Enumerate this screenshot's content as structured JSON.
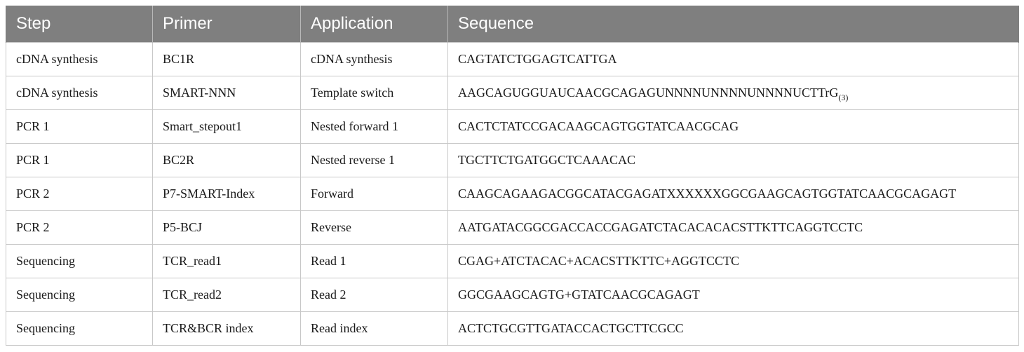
{
  "table": {
    "headers": {
      "step": "Step",
      "primer": "Primer",
      "application": "Application",
      "sequence": "Sequence"
    },
    "rows": [
      {
        "step": "cDNA synthesis",
        "primer": "BC1R",
        "application": "cDNA synthesis",
        "sequence": "CAGTATCTGGAGTCATTGA",
        "sequence_sub": ""
      },
      {
        "step": "cDNA synthesis",
        "primer": "SMART-NNN",
        "application": "Template switch",
        "sequence": "AAGCAGUGGUAUCAACGCAGAGUNNNNUNNNNUNNNNUCTTrG",
        "sequence_sub": "(3)"
      },
      {
        "step": "PCR 1",
        "primer": "Smart_stepout1",
        "application": "Nested forward 1",
        "sequence": "CACTCTATCCGACAAGCAGTGGTATCAACGCAG",
        "sequence_sub": ""
      },
      {
        "step": "PCR 1",
        "primer": "BC2R",
        "application": "Nested reverse 1",
        "sequence": "TGCTTCTGATGGCTCAAACAC",
        "sequence_sub": ""
      },
      {
        "step": "PCR 2",
        "primer": "P7-SMART-Index",
        "application": "Forward",
        "sequence": "CAAGCAGAAGACGGCATACGAGATXXXXXXGGCGAAGCAGTGGTATCAACGCAGAGT",
        "sequence_sub": ""
      },
      {
        "step": "PCR 2",
        "primer": "P5-BCJ",
        "application": "Reverse",
        "sequence": "AATGATACGGCGACCACCGAGATCTACACACACSTTKTTCAGGTCCTC",
        "sequence_sub": ""
      },
      {
        "step": "Sequencing",
        "primer": "TCR_read1",
        "application": "Read 1",
        "sequence": "CGAG+ATCTACAC+ACACSTTKTTC+AGGTCCTC",
        "sequence_sub": ""
      },
      {
        "step": "Sequencing",
        "primer": "TCR_read2",
        "application": "Read 2",
        "sequence": "GGCGAAGCAGTG+GTATCAACGCAGAGT",
        "sequence_sub": ""
      },
      {
        "step": "Sequencing",
        "primer": "TCR&BCR index",
        "application": "Read index",
        "sequence": "ACTCTGCGTTGATACCACTGCTTCGCC",
        "sequence_sub": ""
      }
    ]
  }
}
